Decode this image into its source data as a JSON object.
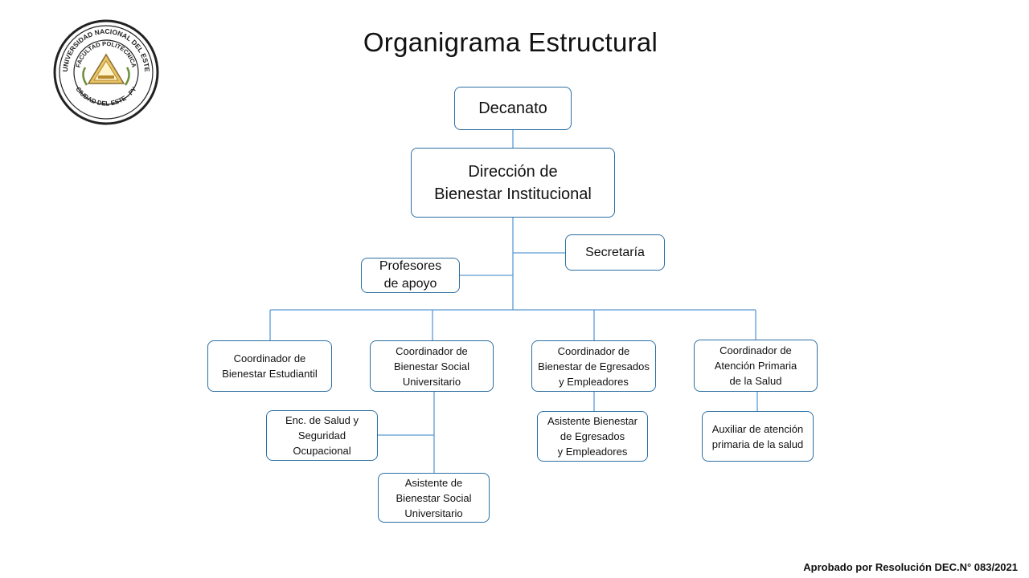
{
  "title": "Organigrama Estructural",
  "logo": {
    "top_text": "UNIVERSIDAD NACIONAL DEL ESTE",
    "inner_text": "FACULTAD POLITÉCNICA",
    "bottom_text": "CIUDAD DEL ESTE - PY"
  },
  "nodes": {
    "decanato": "Decanato",
    "direccion": "Dirección de\nBienestar Institucional",
    "secretaria": "Secretaría",
    "profesores": "Profesores\nde apoyo",
    "coord_estudiantil": "Coordinador  de\nBienestar Estudiantil",
    "coord_social": "Coordinador  de\nBienestar Social\nUniversitario",
    "coord_egresados": "Coordinador  de\nBienestar de Egresados\ny Empleadores",
    "coord_salud": "Coordinador  de\nAtención Primaria\nde la Salud",
    "enc_salud": "Enc. de Salud y\nSeguridad\nOcupacional",
    "asistente_social": "Asistente de\nBienestar Social\nUniversitario",
    "asistente_egresados": "Asistente Bienestar\nde Egresados\ny Empleadores",
    "auxiliar_salud": "Auxiliar de atención\nprimaria de la salud"
  },
  "footer": "Aprobado por Resolución DEC.N° 083/2021",
  "colors": {
    "box_border": "#2c6fa3",
    "connector": "#5b9bd5"
  }
}
